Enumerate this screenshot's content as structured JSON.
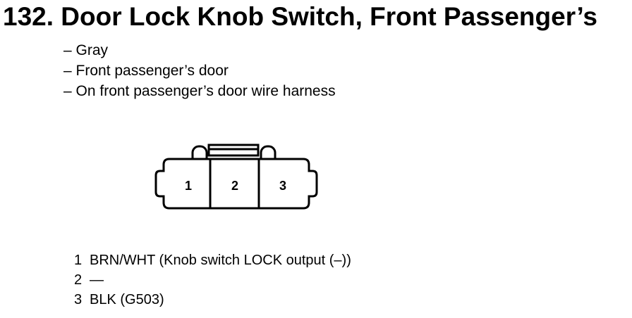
{
  "title": "132. Door Lock Knob Switch, Front Passenger’s",
  "attributes": [
    "– Gray",
    "– Front passenger’s door",
    "– On front passenger’s door wire harness"
  ],
  "connector": {
    "cavities": [
      "1",
      "2",
      "3"
    ]
  },
  "pins": [
    {
      "number": "1",
      "description": "BRN/WHT (Knob switch LOCK output (–))"
    },
    {
      "number": "2",
      "description": "—"
    },
    {
      "number": "3",
      "description": "BLK (G503)"
    }
  ]
}
